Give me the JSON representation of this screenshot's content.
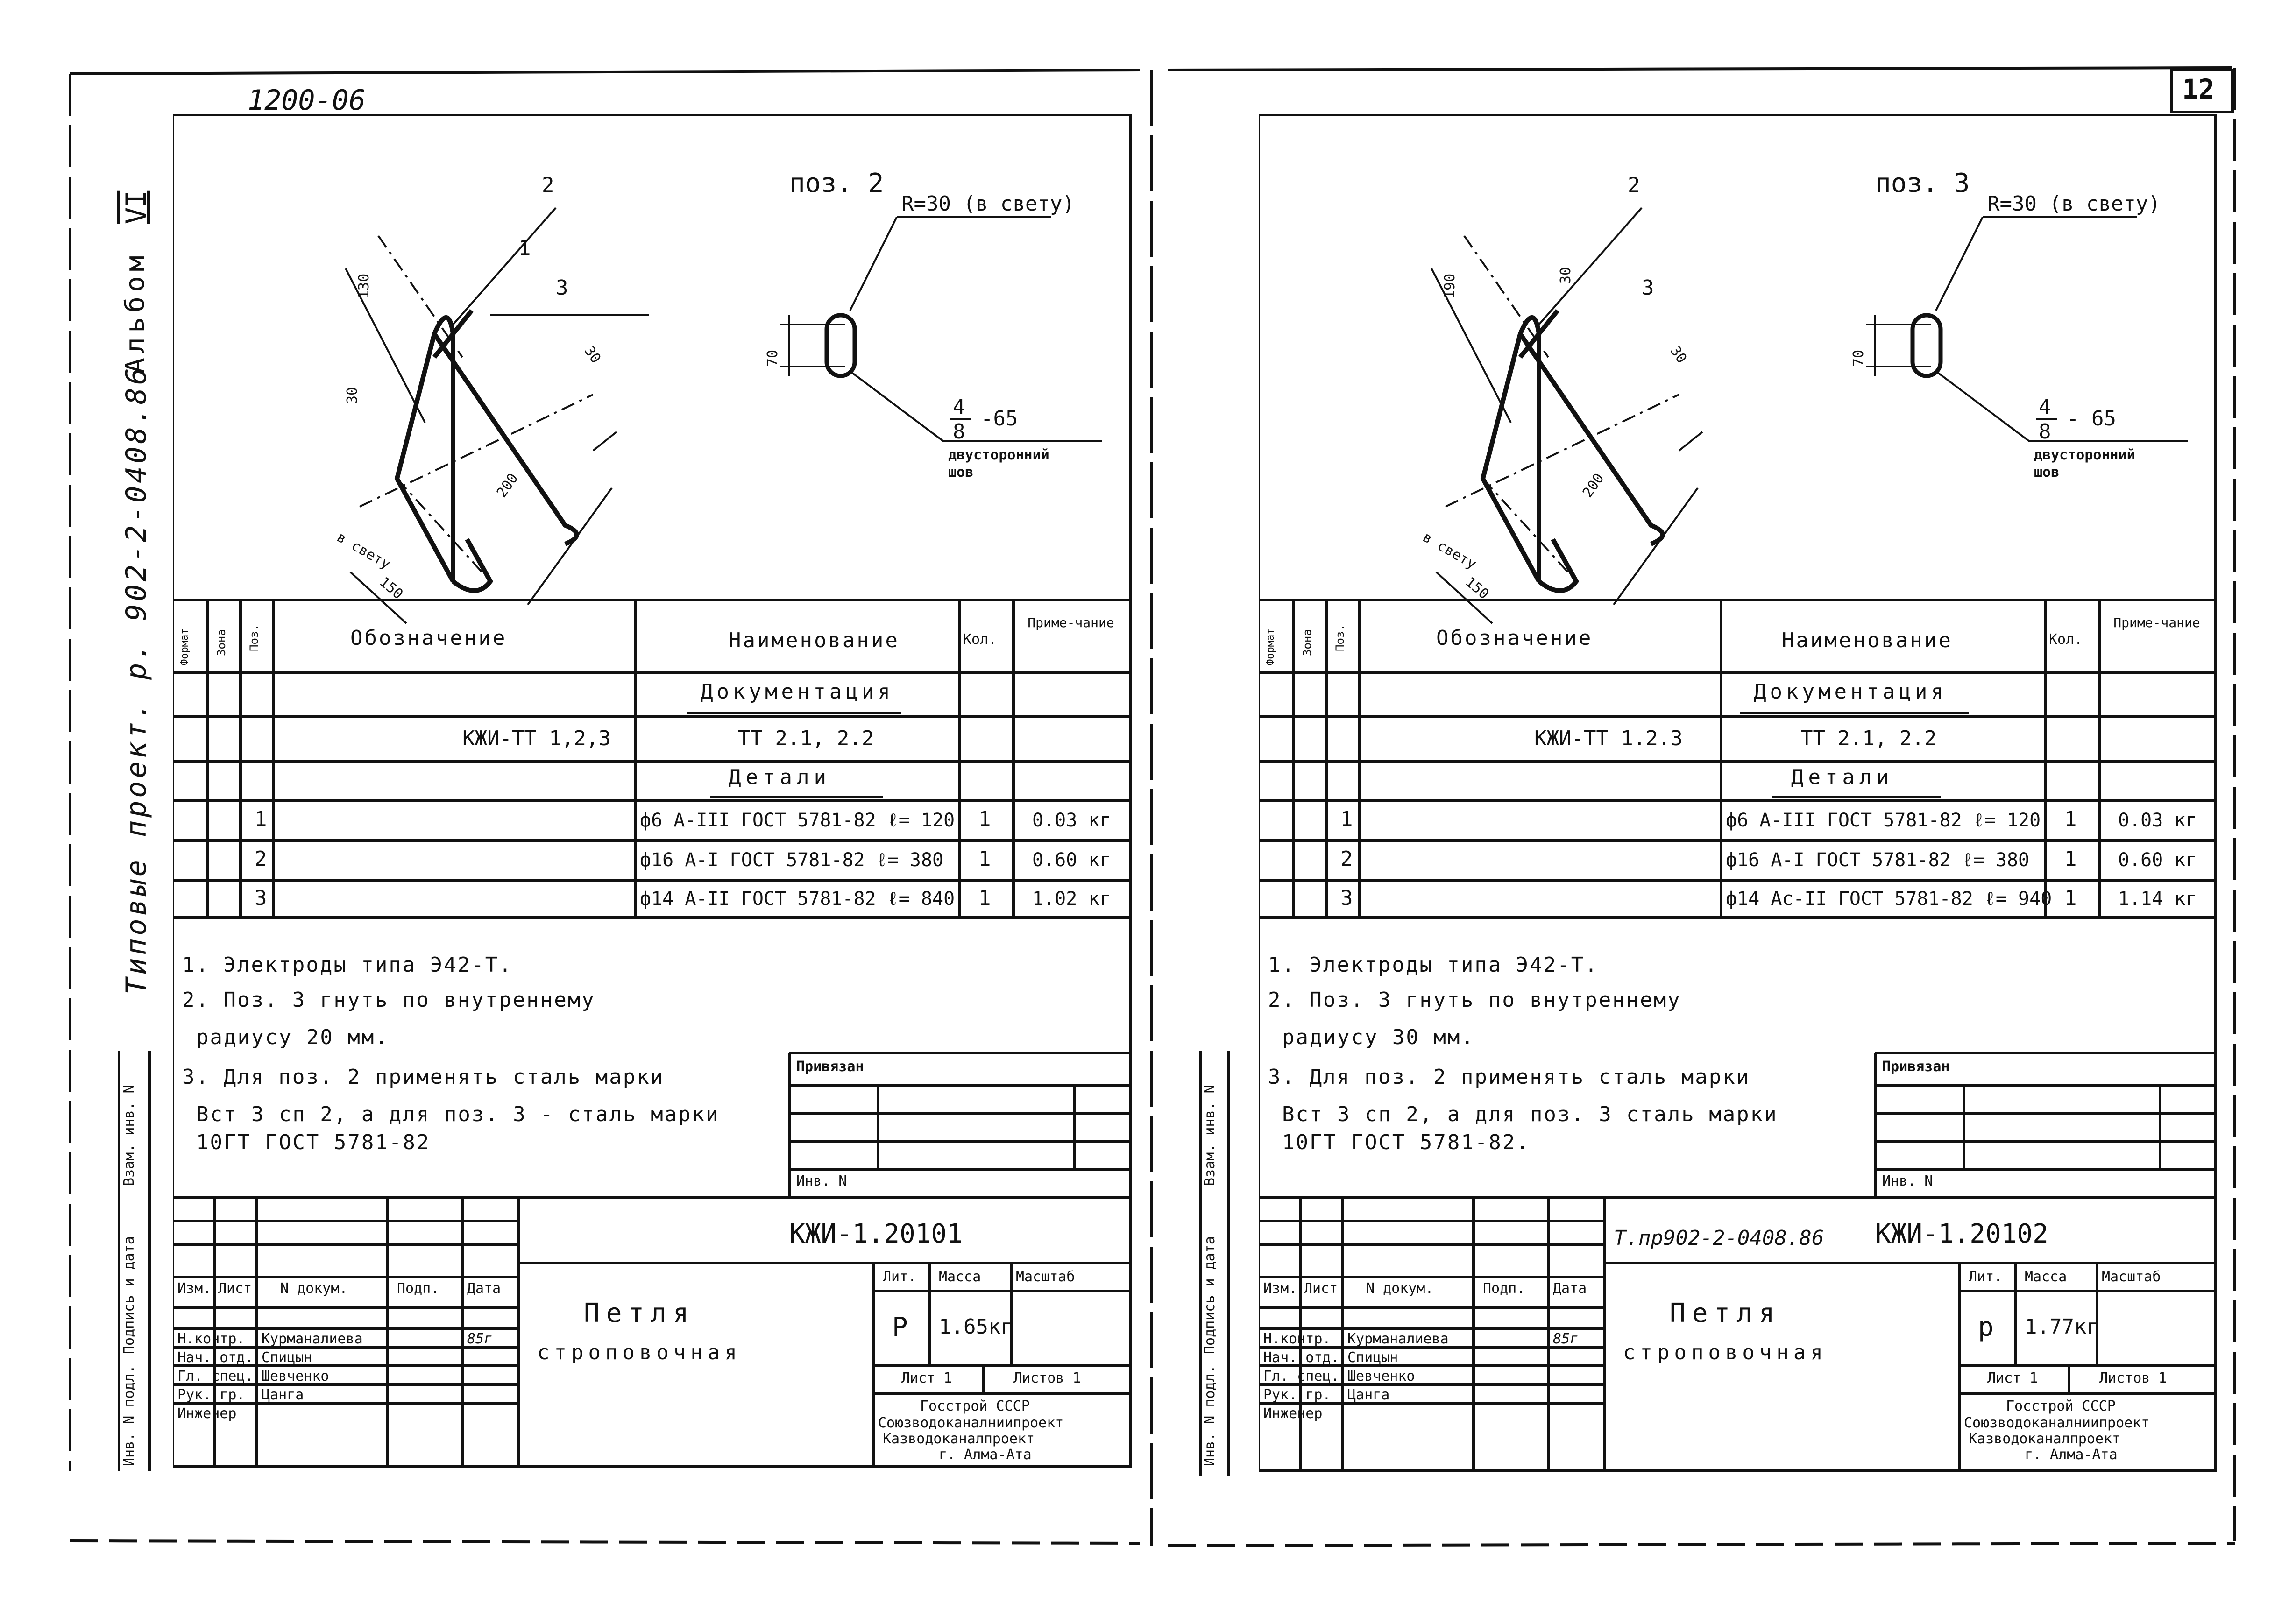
{
  "left_corner_code": "1200-06",
  "page_number": "12",
  "album": "Альбом",
  "album_number": "VI",
  "series": "Типовые проект. р. 902-2-0408.86",
  "side_stamps": [
    "Инв. N подл.",
    "Подпись и дата",
    "Взам. инв. N"
  ],
  "sheets": [
    {
      "id": "left",
      "pos_title": "поз. 2",
      "radius_note": "R=30 (в свету)",
      "weld_fraction_num": "4",
      "weld_fraction_den": "8",
      "weld_len": "-65",
      "weld_label": "двусторонний",
      "weld_label2": "шов",
      "dim_70": "70",
      "drawing_dims": {
        "d130": "130",
        "d30a": "30",
        "d30b": "30",
        "d150": "150",
        "d200": "200",
        "in_light": "в свету",
        "p1": "1",
        "p2": "2",
        "p3": "3"
      },
      "table_headers": {
        "format": "Формат",
        "zone": "Зона",
        "pos": "Поз.",
        "designation": "Обозначение",
        "name": "Наименование",
        "qty": "Кол.",
        "note": "Приме-чание"
      },
      "table_rows": [
        {
          "pos": "",
          "designation": "",
          "name": "Документация",
          "qty": "",
          "note": ""
        },
        {
          "pos": "",
          "designation": "КЖИ-ТТ 1,2,3",
          "name": "ТТ 2.1, 2.2",
          "qty": "",
          "note": ""
        },
        {
          "pos": "",
          "designation": "",
          "name": "Детали",
          "qty": "",
          "note": ""
        },
        {
          "pos": "1",
          "designation": "",
          "name": "ф6 А-III ГОСТ 5781-82 ℓ= 120",
          "qty": "1",
          "note": "0.03 кг"
        },
        {
          "pos": "2",
          "designation": "",
          "name": "ф16 А-I ГОСТ 5781-82 ℓ= 380",
          "qty": "1",
          "note": "0.60 кг"
        },
        {
          "pos": "3",
          "designation": "",
          "name": "ф14 А-II ГОСТ 5781-82 ℓ= 840",
          "qty": "1",
          "note": "1.02 кг"
        }
      ],
      "notes": [
        "1. Электроды типа Э42-Т.",
        "2. Поз. 3 гнуть по внутреннему",
        "радиусу 20 мм.",
        "3. Для поз. 2 применять сталь марки",
        "Вст 3 сп 2, а для поз. 3 - сталь марки",
        "10ГТ ГОСТ 5781-82"
      ],
      "attached": "Привязан",
      "inv_no": "Инв. N",
      "doc_code_prefix": "",
      "doc_code": "КЖИ-1.20101",
      "title_line1": "Петля",
      "title_line2": "строповочная",
      "tb_headers": [
        "Изм.",
        "Лист",
        "N докум.",
        "Подп.",
        "Дата"
      ],
      "tb_people": [
        {
          "role": "Н.контр.",
          "name": "Курманалиева",
          "date": "85г"
        },
        {
          "role": "Нач. отд.",
          "name": "Спицын",
          "date": ""
        },
        {
          "role": "Гл. спец.",
          "name": "Шевченко",
          "date": ""
        },
        {
          "role": "Рук. гр.",
          "name": "Цанга",
          "date": ""
        },
        {
          "role": "Инженер",
          "name": "",
          "date": ""
        }
      ],
      "lit_label": "Лит.",
      "mass_label": "Масса",
      "scale_label": "Масштаб",
      "lit": "Р",
      "mass": "1.65кг",
      "sheet_label": "Лист 1",
      "sheets_label": "Листов 1",
      "org": [
        "Госстрой СССР",
        "Союзводоканалниипроект",
        "Казводоканалпроект",
        "г. Алма-Ата"
      ]
    },
    {
      "id": "right",
      "pos_title": "поз. 3",
      "radius_note": "R=30 (в свету)",
      "weld_fraction_num": "4",
      "weld_fraction_den": "8",
      "weld_len": "- 65",
      "weld_label": "двусторонний",
      "weld_label2": "шов",
      "dim_70": "70",
      "drawing_dims": {
        "d130": "190",
        "d30a": "30",
        "d30b": "30",
        "d150": "150",
        "d200": "200",
        "in_light": "в свету",
        "p1": "",
        "p2": "2",
        "p3": "3"
      },
      "table_headers": {
        "format": "Формат",
        "zone": "Зона",
        "pos": "Поз.",
        "designation": "Обозначение",
        "name": "Наименование",
        "qty": "Кол.",
        "note": "Приме-чание"
      },
      "table_rows": [
        {
          "pos": "",
          "designation": "",
          "name": "Документация",
          "qty": "",
          "note": ""
        },
        {
          "pos": "",
          "designation": "КЖИ-ТТ 1.2.3",
          "name": "ТТ 2.1, 2.2",
          "qty": "",
          "note": ""
        },
        {
          "pos": "",
          "designation": "",
          "name": "Детали",
          "qty": "",
          "note": ""
        },
        {
          "pos": "1",
          "designation": "",
          "name": "ф6 А-III ГОСТ 5781-82 ℓ= 120",
          "qty": "1",
          "note": "0.03 кг"
        },
        {
          "pos": "2",
          "designation": "",
          "name": "ф16 А-I ГОСТ 5781-82 ℓ= 380",
          "qty": "1",
          "note": "0.60 кг"
        },
        {
          "pos": "3",
          "designation": "",
          "name": "ф14 Ас-II ГОСТ 5781-82 ℓ= 940",
          "qty": "1",
          "note": "1.14 кг"
        }
      ],
      "notes": [
        "1. Электроды типа Э42-Т.",
        "2. Поз. 3 гнуть по внутреннему",
        "радиусу 30 мм.",
        "3. Для поз. 2 применять сталь марки",
        "Вст 3 сп 2, а для поз. 3 сталь марки",
        "10ГТ ГОСТ 5781-82."
      ],
      "attached": "Привязан",
      "inv_no": "Инв. N",
      "doc_code_prefix": "Т.пр902-2-0408.86",
      "doc_code": "КЖИ-1.20102",
      "title_line1": "Петля",
      "title_line2": "строповочная",
      "tb_headers": [
        "Изм.",
        "Лист",
        "N докум.",
        "Подп.",
        "Дата"
      ],
      "tb_people": [
        {
          "role": "Н.контр.",
          "name": "Курманалиева",
          "date": "85г"
        },
        {
          "role": "Нач. отд.",
          "name": "Спицын",
          "date": ""
        },
        {
          "role": "Гл. спец.",
          "name": "Шевченко",
          "date": ""
        },
        {
          "role": "Рук. гр.",
          "name": "Цанга",
          "date": ""
        },
        {
          "role": "Инженер",
          "name": "",
          "date": ""
        }
      ],
      "lit_label": "Лит.",
      "mass_label": "Масса",
      "scale_label": "Масштаб",
      "lit": "р",
      "mass": "1.77кг",
      "sheet_label": "Лист 1",
      "sheets_label": "Листов 1",
      "org": [
        "Госстрой СССР",
        "Союзводоканалниипроект",
        "Казводоканалпроект",
        "г. Алма-Ата"
      ]
    }
  ]
}
